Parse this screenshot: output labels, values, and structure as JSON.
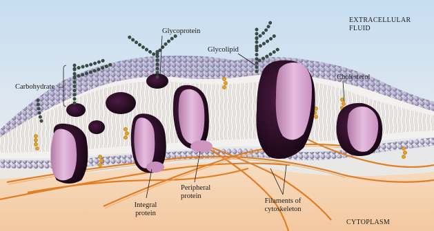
{
  "regions": {
    "extracellular": "EXTRACELLULAR FLUID",
    "cytoplasm": "CYTOPLASM"
  },
  "labels": {
    "carbohydrate": "Carbohydrate",
    "glycoprotein": "Glycoprotein",
    "glycolipid": "Glycolipid",
    "cholesterol": "Cholesterol",
    "integral_protein": "Integral protein",
    "peripheral_protein": "Peripheral protein",
    "filaments": "Filaments of cytoskeleton"
  },
  "colors": {
    "sky_top": "#c9dff2",
    "sky_bottom": "#e9edf0",
    "cytoplasm": "#f7d6b8",
    "phospholipid_head": "#b4aed0",
    "protein_body": "#d9a8cf",
    "protein_shadow": "#2a0f26",
    "cholesterol": "#e5a21f",
    "filament": "#e07a1c",
    "carbohydrate": "#3a4a44"
  }
}
